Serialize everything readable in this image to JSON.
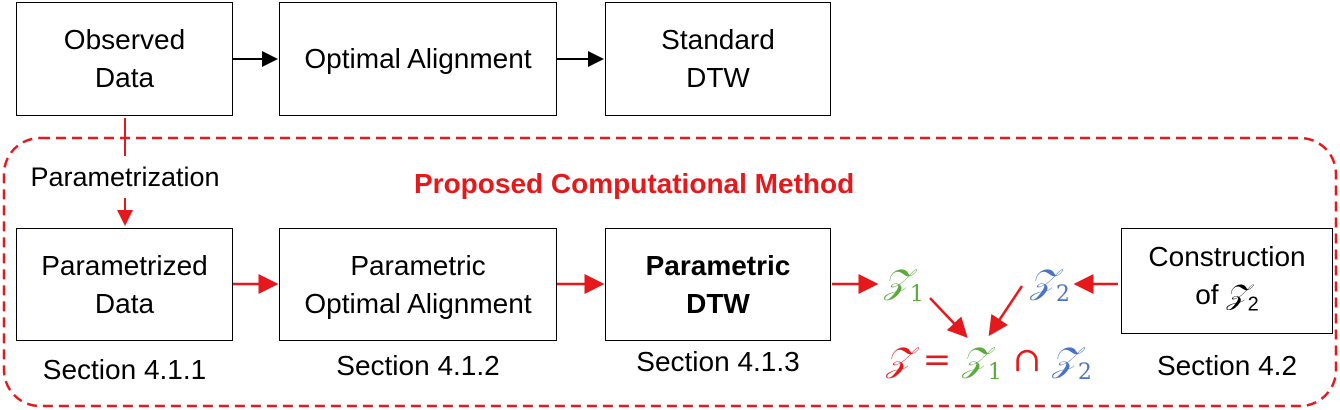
{
  "top_row": {
    "observed": {
      "line1": "Observed",
      "line2": "Data"
    },
    "optimal": {
      "label": "Optimal Alignment"
    },
    "standard": {
      "line1": "Standard",
      "line2": "DTW"
    }
  },
  "parametrization_label": "Parametrization",
  "region_title": "Proposed Computational Method",
  "bottom_row": {
    "parametrized": {
      "line1": "Parametrized",
      "line2": "Data",
      "section": "Section 4.1.1"
    },
    "param_optimal": {
      "line1": "Parametric",
      "line2": "Optimal Alignment",
      "section": "Section 4.1.2"
    },
    "param_dtw": {
      "line1": "Parametric",
      "line2": "DTW",
      "section": "Section 4.1.3"
    },
    "construction": {
      "line1": "Construction",
      "line2_prefix": "of",
      "section": "Section 4.2"
    }
  },
  "math": {
    "z_symbol": "𝒵",
    "sub1": "1",
    "sub2": "2",
    "eq": "=",
    "cap": "∩"
  },
  "colors": {
    "red": "#e5191b",
    "green": "#5aab3a",
    "blue": "#4a73c4",
    "black": "#000000"
  }
}
